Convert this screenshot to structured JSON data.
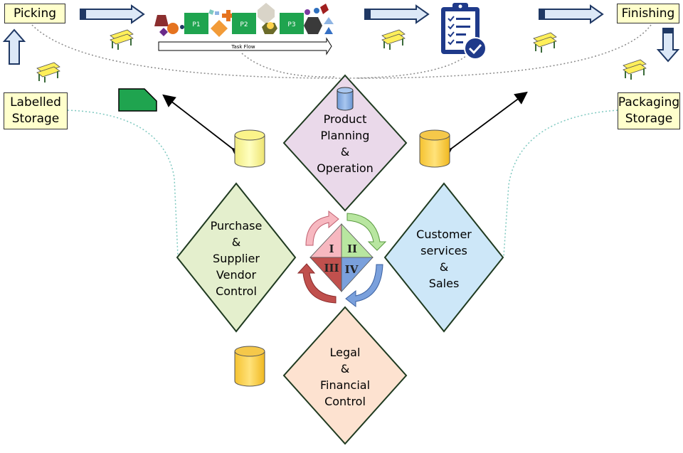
{
  "process_boxes": {
    "picking": "Picking",
    "finishing": "Finishing",
    "labelled_storage": [
      "Labelled",
      "Storage"
    ],
    "packaging_storage": [
      "Packaging",
      "Storage"
    ]
  },
  "task_flow": {
    "label": "Task Flow",
    "steps": [
      "P1",
      "P2",
      "P3"
    ]
  },
  "departments": {
    "product_planning": [
      "Product",
      "Planning",
      "&",
      "Operation"
    ],
    "purchase": [
      "Purchase",
      "&",
      "Supplier",
      "Vendor",
      "Control"
    ],
    "customer": [
      "Customer",
      "services",
      "&",
      "Sales"
    ],
    "legal": [
      "Legal",
      "&",
      "Financial",
      "Control"
    ]
  },
  "quadrants": [
    "I",
    "II",
    "III",
    "IV"
  ],
  "colors": {
    "box_fill": "#ffffcc",
    "purple_diamond": "#ead9ea",
    "green_diamond": "#e4efcd",
    "blue_diamond": "#cde7f8",
    "orange_diamond": "#fde2d0",
    "arrow_fill": "#dce8f7",
    "arrow_stroke": "#1f3864",
    "p_green": "#1fa44f",
    "db_yellow": "#ffd34d",
    "db_blue": "#8eb4e3"
  }
}
